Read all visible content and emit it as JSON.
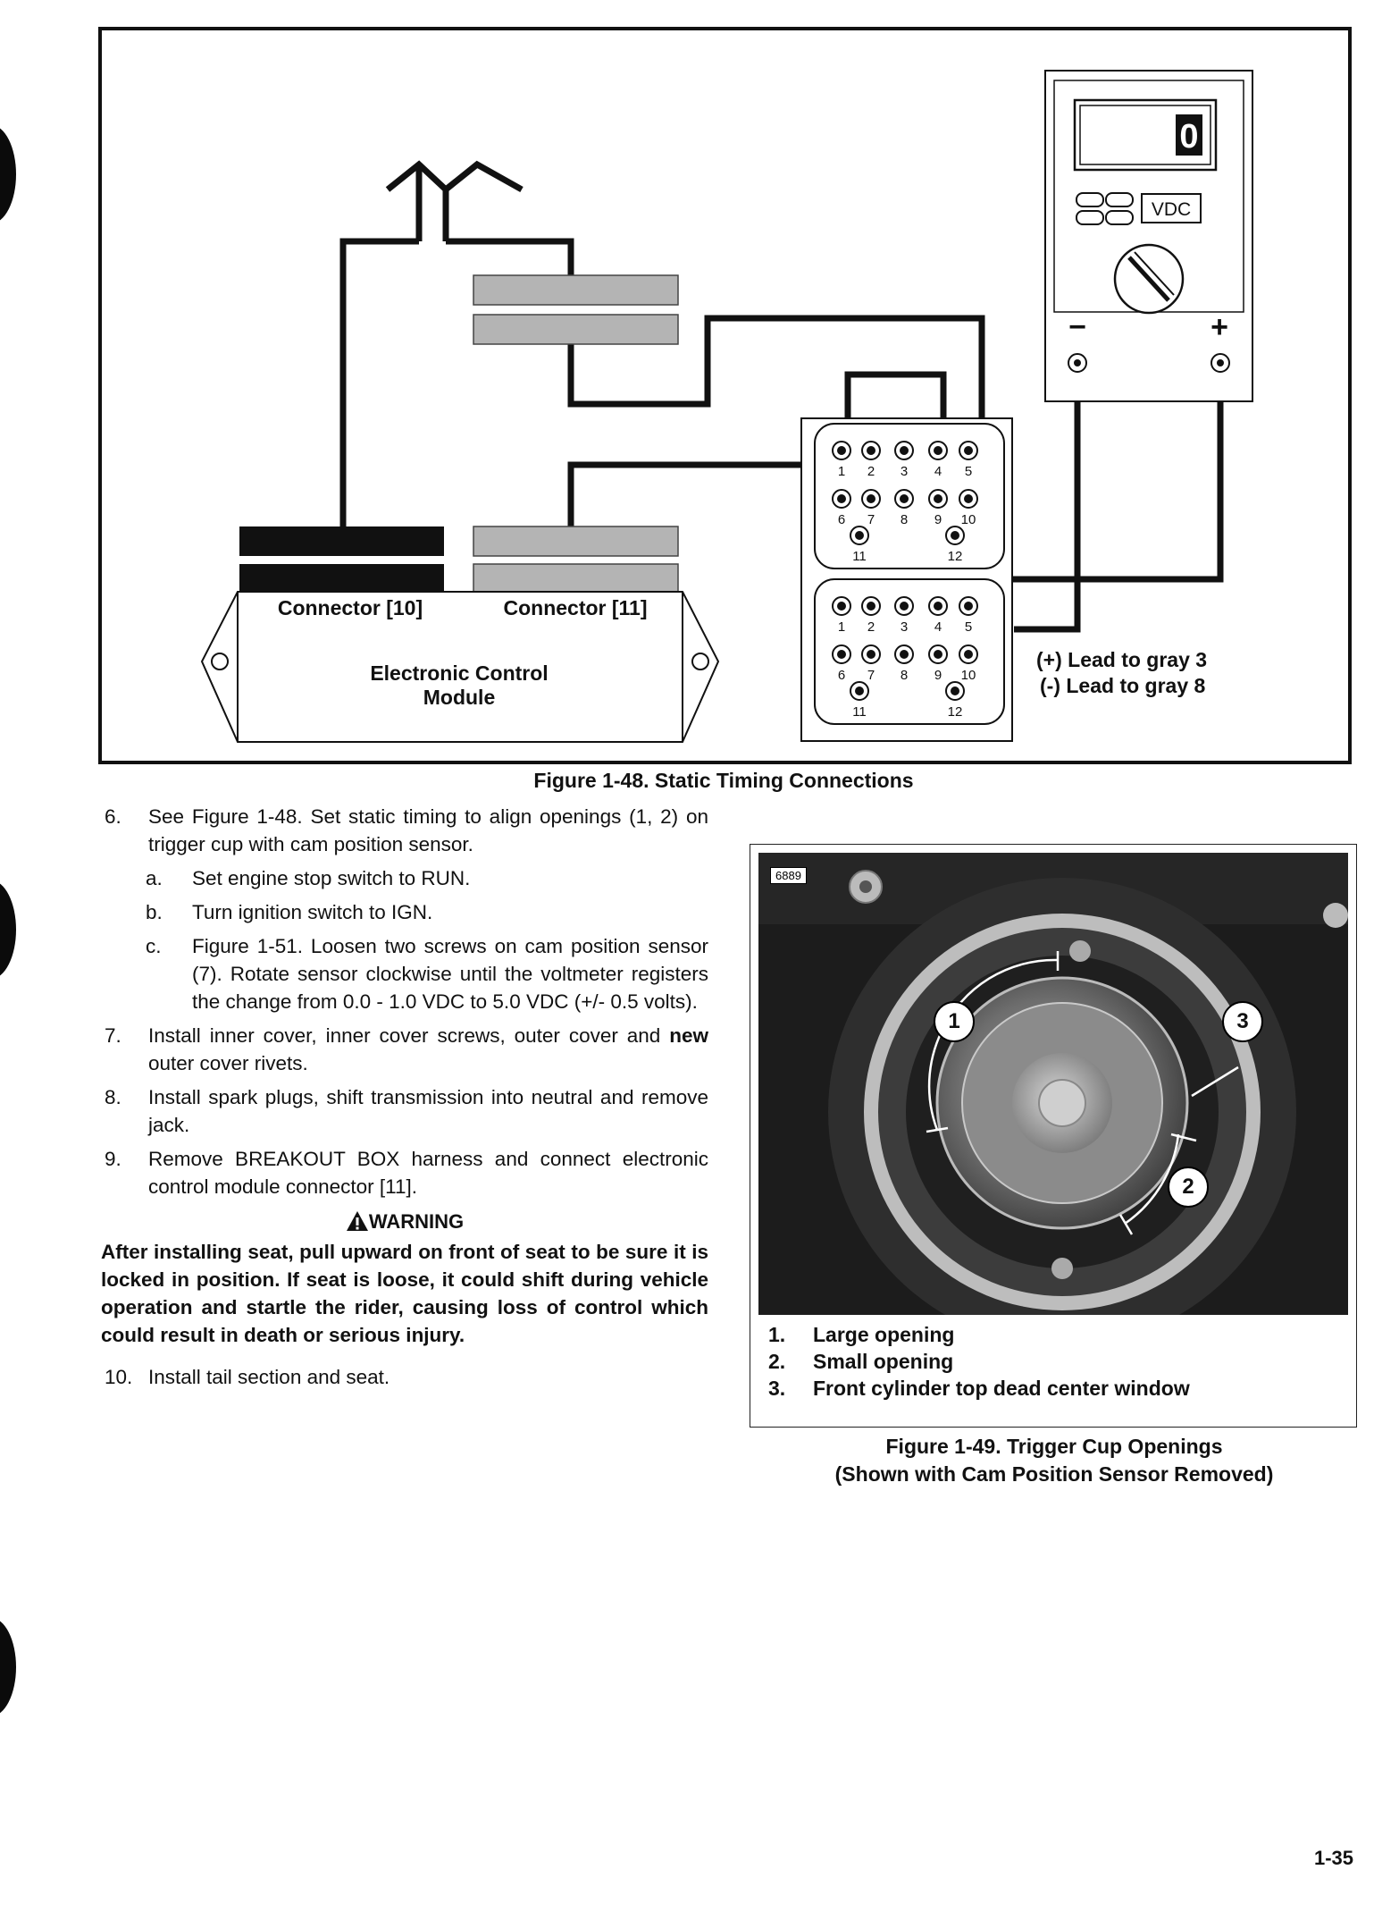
{
  "figure_48": {
    "caption": "Figure 1-48. Static Timing Connections",
    "meter_display": "0",
    "meter_unit": "VDC",
    "meter_minus": "−",
    "meter_plus": "+",
    "connector_10": "Connector [10]",
    "connector_11": "Connector [11]",
    "ecm_line1": "Electronic Control",
    "ecm_line2": "Module",
    "lead_plus": "(+) Lead to gray 3",
    "lead_minus": "(-) Lead to gray 8",
    "pins_row1": [
      "1",
      "2",
      "3",
      "4",
      "5"
    ],
    "pins_row2": [
      "6",
      "7",
      "8",
      "9",
      "10"
    ],
    "pins_row3": [
      "11",
      "12"
    ]
  },
  "steps": {
    "s6_num": "6.",
    "s6_text": "See Figure 1-48. Set static timing to align openings (1, 2) on trigger cup with cam position sensor.",
    "s6a_num": "a.",
    "s6a_text": "Set engine stop switch to RUN.",
    "s6b_num": "b.",
    "s6b_text": "Turn ignition switch to IGN.",
    "s6c_num": "c.",
    "s6c_text": "Figure 1-51. Loosen two screws on cam position sensor (7). Rotate sensor clockwise until the voltmeter registers the change from 0.0 - 1.0 VDC to 5.0 VDC (+/- 0.5 volts).",
    "s7_num": "7.",
    "s7_before": "Install inner cover, inner cover screws, outer cover and ",
    "s7_bold": "new",
    "s7_after": " outer cover rivets.",
    "s8_num": "8.",
    "s8_text": "Install spark plugs, shift transmission into neutral and remove jack.",
    "s9_num": "9.",
    "s9_text": "Remove BREAKOUT BOX harness and connect electronic control module connector [11].",
    "warning_title": "WARNING",
    "warning_text": "After installing seat, pull upward on front of seat to be sure it is locked in position. If seat is loose, it could shift during vehicle operation and startle the rider, causing loss of control which could result in death or serious injury.",
    "s10_num": "10.",
    "s10_text": "Install tail section and seat."
  },
  "figure_49": {
    "photo_id": "6889",
    "callouts": [
      "1",
      "2",
      "3"
    ],
    "legend": [
      {
        "num": "1.",
        "text": "Large opening"
      },
      {
        "num": "2.",
        "text": "Small opening"
      },
      {
        "num": "3.",
        "text": "Front cylinder top dead center window"
      }
    ],
    "caption_line1": "Figure 1-49. Trigger Cup Openings",
    "caption_line2": "(Shown with Cam Position Sensor Removed)"
  },
  "page_number": "1-35",
  "colors": {
    "ink": "#111111",
    "connector_gray": "#b4b4b4",
    "photo_dark": "#1b1b1b"
  }
}
